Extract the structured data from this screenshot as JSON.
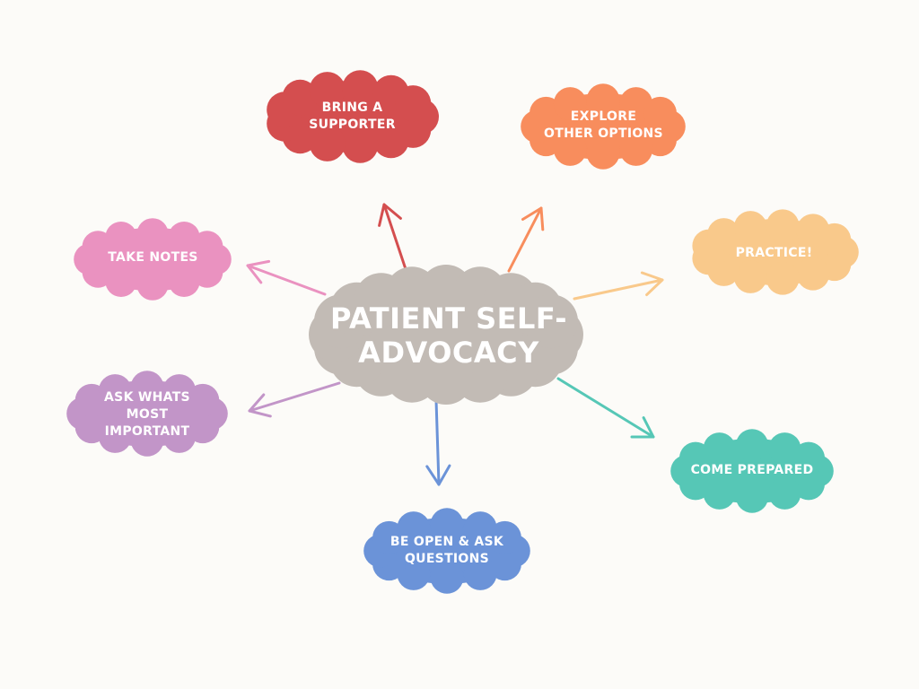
{
  "center": {
    "text": "Patient Self-\nAdvocacy",
    "color": "#c2bbb5"
  },
  "nodes": [
    {
      "id": "bring-a-supporter",
      "text": "Bring a\nsupporter",
      "color": "#d44e4f"
    },
    {
      "id": "explore-other-options",
      "text": "Explore\nother options",
      "color": "#f88d5d"
    },
    {
      "id": "practice",
      "text": "Practice!",
      "color": "#f9c98b"
    },
    {
      "id": "come-prepared",
      "text": "Come prepared",
      "color": "#56c7b6"
    },
    {
      "id": "be-open-ask-questions",
      "text": "Be open & ask\nquestions",
      "color": "#6b93d8"
    },
    {
      "id": "ask-whats-most-important",
      "text": "Ask whats\nmost\nimportant",
      "color": "#c295c8"
    },
    {
      "id": "take-notes",
      "text": "Take notes",
      "color": "#ea92c0"
    }
  ]
}
